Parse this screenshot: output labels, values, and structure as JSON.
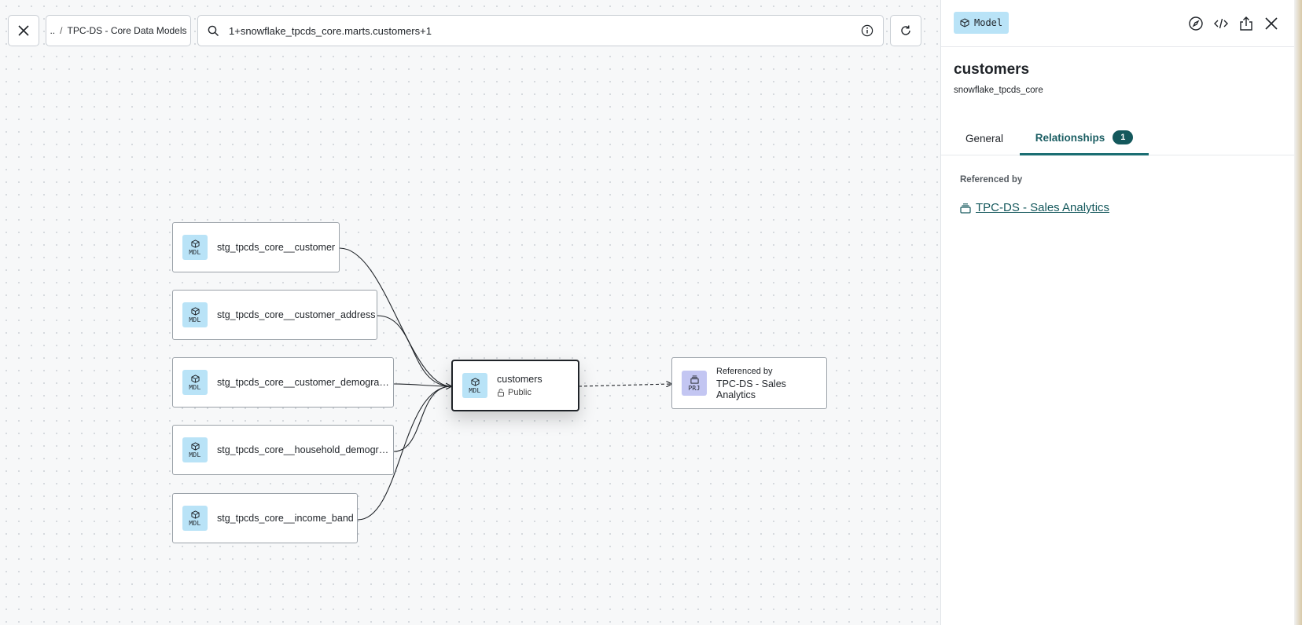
{
  "topbar": {
    "breadcrumb_parent": "..",
    "breadcrumb_separator": "/",
    "breadcrumb_current": "TPC-DS - Core Data Models",
    "search_value": "1+snowflake_tpcds_core.marts.customers+1"
  },
  "graph": {
    "upstream_nodes": [
      {
        "badge": "MDL",
        "label": "stg_tpcds_core__customer"
      },
      {
        "badge": "MDL",
        "label": "stg_tpcds_core__customer_address"
      },
      {
        "badge": "MDL",
        "label": "stg_tpcds_core__customer_demogra…"
      },
      {
        "badge": "MDL",
        "label": "stg_tpcds_core__household_demogr…"
      },
      {
        "badge": "MDL",
        "label": "stg_tpcds_core__income_band"
      }
    ],
    "center_node": {
      "badge": "MDL",
      "label": "customers",
      "access": "Public"
    },
    "downstream_node": {
      "badge": "PRJ",
      "caption": "Referenced by",
      "label": "TPC-DS - Sales Analytics"
    }
  },
  "panel": {
    "type_label": "Model",
    "title": "customers",
    "subtitle": "snowflake_tpcds_core",
    "tabs": [
      {
        "label": "General"
      },
      {
        "label": "Relationships",
        "count": "1"
      }
    ],
    "referenced_by_heading": "Referenced by",
    "referenced_by_link": "TPC-DS - Sales Analytics"
  },
  "colors": {
    "accent": "#14585c",
    "model_badge": "#b9e3f7",
    "project_badge": "#c3c6f2",
    "canvas_bg": "#f7f8f9"
  },
  "icons": [
    "close-icon",
    "search-icon",
    "info-icon",
    "refresh-icon",
    "cube-icon",
    "lock-open-icon",
    "project-icon",
    "compass-icon",
    "code-icon",
    "share-icon"
  ]
}
